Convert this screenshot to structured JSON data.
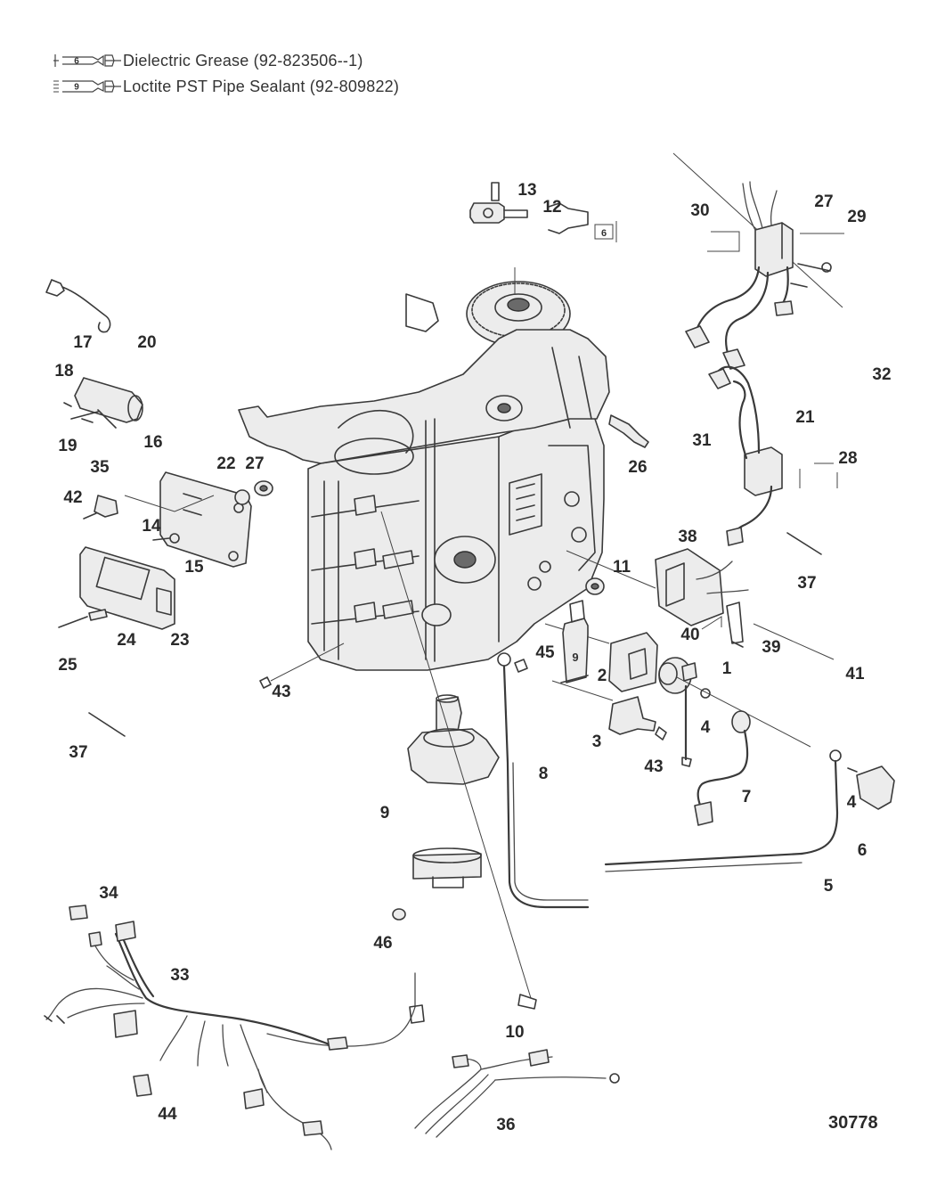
{
  "legend": [
    {
      "badge": "6",
      "text": "Dielectric Grease (92-823506--1)"
    },
    {
      "badge": "9",
      "text": "Loctite PST Pipe Sealant (92-809822)"
    }
  ],
  "figure_id": "30778",
  "inline_badges": [
    "6",
    "9"
  ],
  "callouts": [
    "13",
    "12",
    "30",
    "27",
    "29",
    "20",
    "17",
    "18",
    "19",
    "16",
    "32",
    "35",
    "22",
    "21",
    "27",
    "28",
    "26",
    "31",
    "42",
    "14",
    "15",
    "38",
    "37",
    "11",
    "24",
    "23",
    "40",
    "39",
    "25",
    "45",
    "41",
    "2",
    "1",
    "43",
    "37",
    "3",
    "4",
    "43",
    "8",
    "7",
    "9",
    "4",
    "6",
    "5",
    "34",
    "46",
    "33",
    "10",
    "44",
    "36"
  ]
}
